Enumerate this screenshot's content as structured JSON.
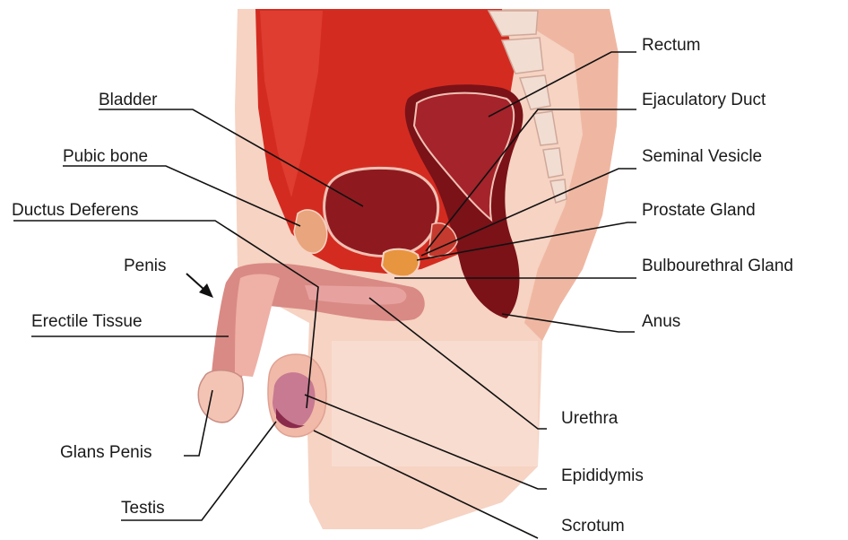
{
  "diagram": {
    "labels": {
      "rectum": "Rectum",
      "bladder": "Bladder",
      "ejaculatory_duct": "Ejaculatory Duct",
      "pubic_bone": "Pubic bone",
      "seminal_vesicle": "Seminal Vesicle",
      "ductus_deferens": "Ductus Deferens",
      "prostate_gland": "Prostate Gland",
      "penis": "Penis",
      "bulbourethral_gland": "Bulbourethral Gland",
      "erectile_tissue": "Erectile Tissue",
      "anus": "Anus",
      "urethra": "Urethra",
      "glans_penis": "Glans Penis",
      "epididymis": "Epididymis",
      "testis": "Testis",
      "scrotum": "Scrotum"
    },
    "colors": {
      "skin": "#f6d3c3",
      "skin_dark": "#efb7a2",
      "pelvic_cavity": "#d42b20",
      "pelvic_cavity_light": "#e44a3a",
      "organ_dark": "#8e1a1f",
      "organ_mid": "#a5232a",
      "rectum_wall": "#7a1218",
      "penis": "#d98a84",
      "penis_light": "#efb0a6",
      "urethra": "#e7a2a0",
      "prostate": "#e8953f",
      "bone": "#e9a57d",
      "spine": "#f2ddd2",
      "testis": "#c77a91",
      "leader": "#111111"
    }
  }
}
